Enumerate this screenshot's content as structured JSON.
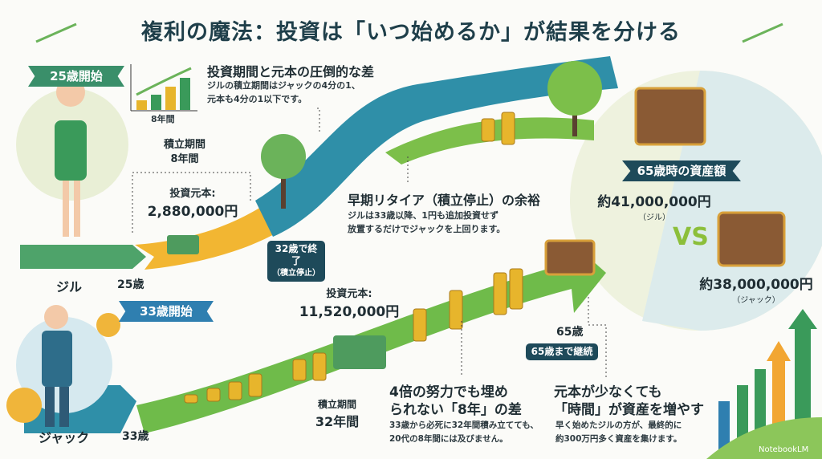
{
  "title": "複利の魔法：投資は「いつ始めるか」が結果を分ける",
  "jill": {
    "ribbon": "25歳開始",
    "name": "ジル",
    "start_age": "25歳",
    "chart_label": "8年間",
    "period_label": "積立期間",
    "period_value": "8年間",
    "principal_label": "投資元本:",
    "principal_value": "2,880,000円",
    "end_tag_line1": "32歳で終了",
    "end_tag_line2": "（積立停止）",
    "color": "#3a8f6a"
  },
  "jack": {
    "ribbon": "33歳開始",
    "name": "ジャック",
    "start_age": "33歳",
    "principal_label": "投資元本:",
    "principal_value": "11,520,000円",
    "period_label": "積立期間",
    "period_value": "32年間",
    "end_age": "65歳",
    "end_tag": "65歳まで継続",
    "color": "#2f7fb0"
  },
  "notes": [
    {
      "heading": "投資期間と元本の圧倒的な差",
      "lines": [
        "ジルの積立期間はジャックの4分の1、",
        "元本も4分の1以下です。"
      ]
    },
    {
      "heading": "早期リタイア（積立停止）の余裕",
      "lines": [
        "ジルは33歳以降、1円も追加投資せず",
        "放置するだけでジャックを上回ります。"
      ]
    },
    {
      "heading_lines": [
        "4倍の努力でも埋め",
        "られない「8年」の差"
      ],
      "lines": [
        "33歳から必死に32年間積み立てても、",
        "20代の8年間には及びません。"
      ]
    },
    {
      "heading_lines": [
        "元本が少なくても",
        "「時間」が資産を増やす"
      ],
      "lines": [
        "早く始めたジルの方が、最終的に",
        "約300万円多く資産を集けます。"
      ]
    }
  ],
  "result": {
    "banner": "65歳時の資産額",
    "jill_amount": "約41,000,000円",
    "jill_label": "（ジル）",
    "vs": "VS",
    "jack_amount": "約38,000,000円",
    "jack_label": "（ジャック）"
  },
  "watermark": "NotebookLM"
}
